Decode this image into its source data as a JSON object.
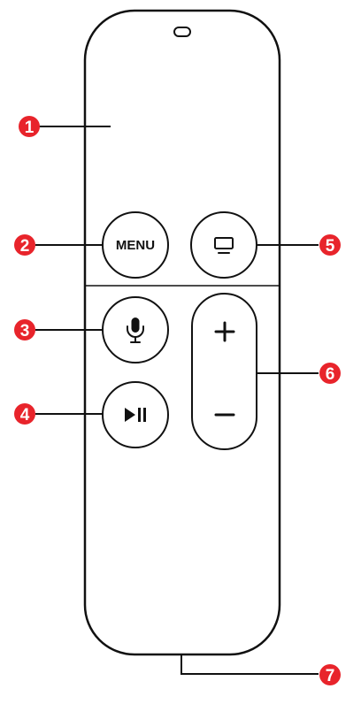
{
  "remote": {
    "menu_button_label": "MENU",
    "volume_up_symbol": "+",
    "volume_down_symbol": "−",
    "icons": {
      "ir_window": "ir-sensor-icon",
      "home": "tv-icon",
      "siri": "microphone-icon",
      "play_pause": "play-pause-icon"
    }
  },
  "callouts": [
    {
      "number": "1"
    },
    {
      "number": "2"
    },
    {
      "number": "3"
    },
    {
      "number": "4"
    },
    {
      "number": "5"
    },
    {
      "number": "6"
    },
    {
      "number": "7"
    }
  ],
  "colors": {
    "callout_badge": "#e8242b",
    "outline": "#111111",
    "background": "#ffffff"
  }
}
